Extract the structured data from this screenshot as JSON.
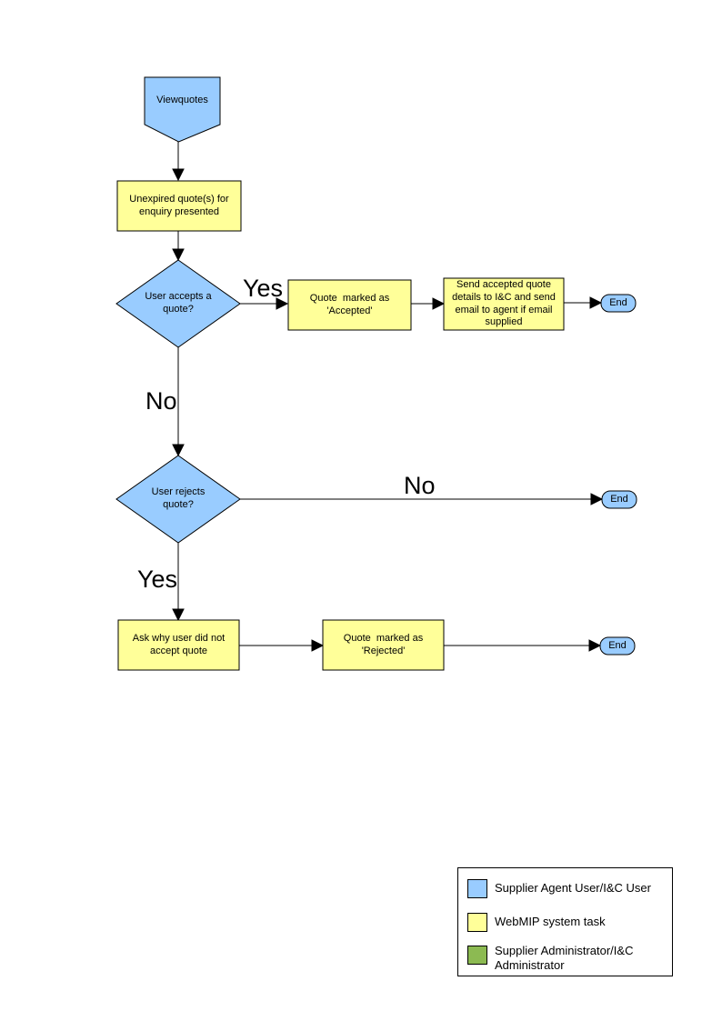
{
  "page": {
    "background": "#FFFFFF"
  },
  "flowchart": {
    "nodes": {
      "viewquotes": {
        "label": "Viewquotes",
        "type": "off-page-connector",
        "color": "#99CCFF"
      },
      "unexpired": {
        "label": "Unexpired quote(s) for enquiry presented",
        "type": "process",
        "color": "#FFFF99"
      },
      "accepts": {
        "label": "User accepts a quote?",
        "type": "decision",
        "color": "#99CCFF"
      },
      "accepted": {
        "label": "Quote  marked as 'Accepted'",
        "type": "process",
        "color": "#FFFF99"
      },
      "send_details": {
        "label": "Send accepted quote details to I&C and send email to agent if email supplied",
        "type": "process",
        "color": "#FFFF99"
      },
      "end_accept": {
        "label": "End",
        "type": "terminator",
        "color": "#99CCFF"
      },
      "rejects": {
        "label": "User rejects quote?",
        "type": "decision",
        "color": "#99CCFF"
      },
      "end_no_reject": {
        "label": "End",
        "type": "terminator",
        "color": "#99CCFF"
      },
      "ask_why": {
        "label": "Ask why user did not accept quote",
        "type": "process",
        "color": "#FFFF99"
      },
      "rejected": {
        "label": "Quote  marked as 'Rejected'",
        "type": "process",
        "color": "#FFFF99"
      },
      "end_reject": {
        "label": "End",
        "type": "terminator",
        "color": "#99CCFF"
      }
    },
    "edge_labels": {
      "accepts_yes": "Yes",
      "accepts_no": "No",
      "rejects_no": "No",
      "rejects_yes": "Yes"
    }
  },
  "legend": {
    "items": [
      {
        "label": "Supplier Agent User/I&C User",
        "color": "#99CCFF"
      },
      {
        "label": "WebMIP system task",
        "color": "#FFFF99"
      },
      {
        "label": "Supplier Administrator/I&C Administrator",
        "color": "#8CBA52"
      }
    ]
  }
}
